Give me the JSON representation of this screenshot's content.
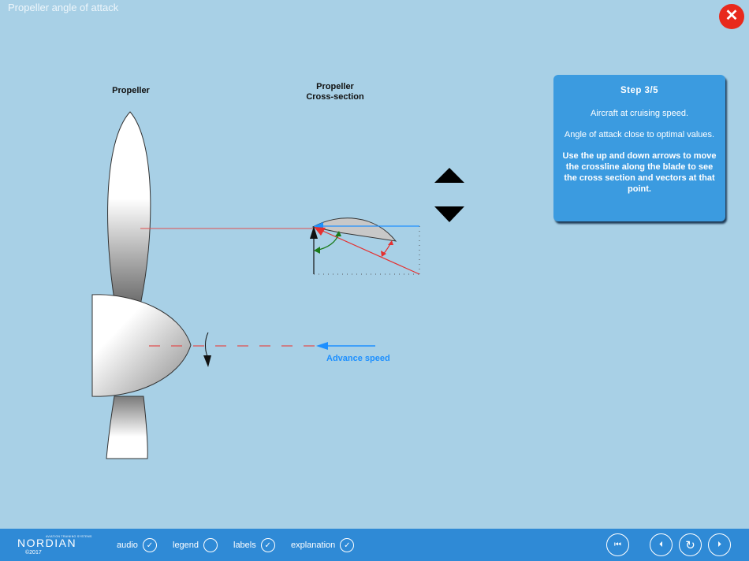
{
  "header": {
    "title": "Propeller angle of attack",
    "close_icon": "close-icon",
    "close_color": "#e8291c"
  },
  "diagram": {
    "propeller_label": "Propeller",
    "cross_section_label_line1": "Propeller",
    "cross_section_label_line2": "Cross-section",
    "advance_speed_label": "Advance speed",
    "advance_speed_color": "#1e90ff",
    "crossline_color": "#e05050",
    "up_arrow_icon": "triangle-up-icon",
    "down_arrow_icon": "triangle-down-icon"
  },
  "info_panel": {
    "step": "Step 3/5",
    "line1": "Aircraft at cruising speed.",
    "line2": "Angle of attack close to optimal values.",
    "instruction": "Use the up and down arrows to move the crossline along the blade to see the cross section and vectors at that point."
  },
  "footer": {
    "logo_text": "NORDIAN",
    "logo_tagline": "AVIATION TRAINING SYSTEMS",
    "copyright": "©2017",
    "toggles": [
      {
        "label": "audio",
        "checked": true
      },
      {
        "label": "legend",
        "checked": false
      },
      {
        "label": "labels",
        "checked": true
      },
      {
        "label": "explanation",
        "checked": true
      }
    ],
    "check_glyph": "✓",
    "controls": {
      "first_icon": "⏮",
      "prev_icon": "⏴",
      "replay_icon": "↻",
      "next_icon": "⏵"
    }
  }
}
